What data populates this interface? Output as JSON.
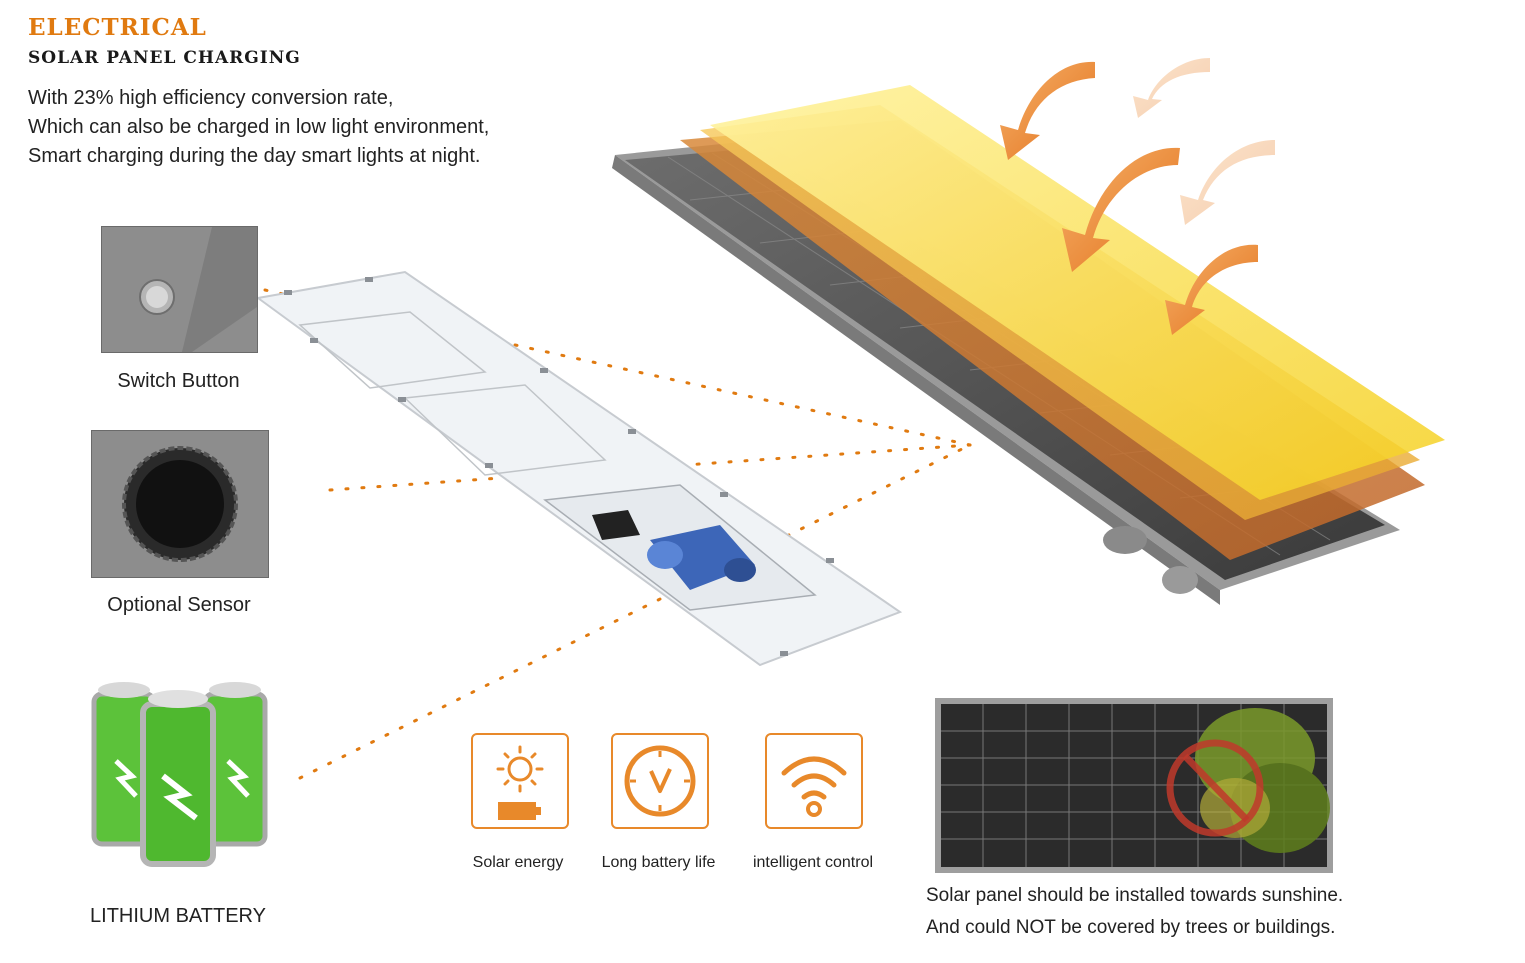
{
  "header": {
    "title": "ELECTRICAL",
    "subtitle": "SOLAR PANEL CHARGING",
    "intro_lines": [
      "With 23% high efficiency conversion rate,",
      "Which can also be charged in low light environment,",
      "Smart charging during the day smart lights at night."
    ]
  },
  "components": {
    "switch_button": "Switch Button",
    "optional_sensor": "Optional Sensor",
    "battery": "LITHIUM BATTERY"
  },
  "features": [
    {
      "label": "Solar energy",
      "icon": "sun-battery-icon"
    },
    {
      "label": "Long battery life",
      "icon": "clock-check-icon"
    },
    {
      "label": "intelligent control",
      "icon": "wifi-signal-icon"
    }
  ],
  "installation_note": [
    "Solar panel should be installed towards sunshine.",
    "And could NOT be covered by trees or buildings."
  ],
  "colors": {
    "accent": "#e07a10",
    "feature_border": "#e8892a",
    "battery_green": "#5cc23a",
    "sunlight_yellow": "#f5d020"
  }
}
